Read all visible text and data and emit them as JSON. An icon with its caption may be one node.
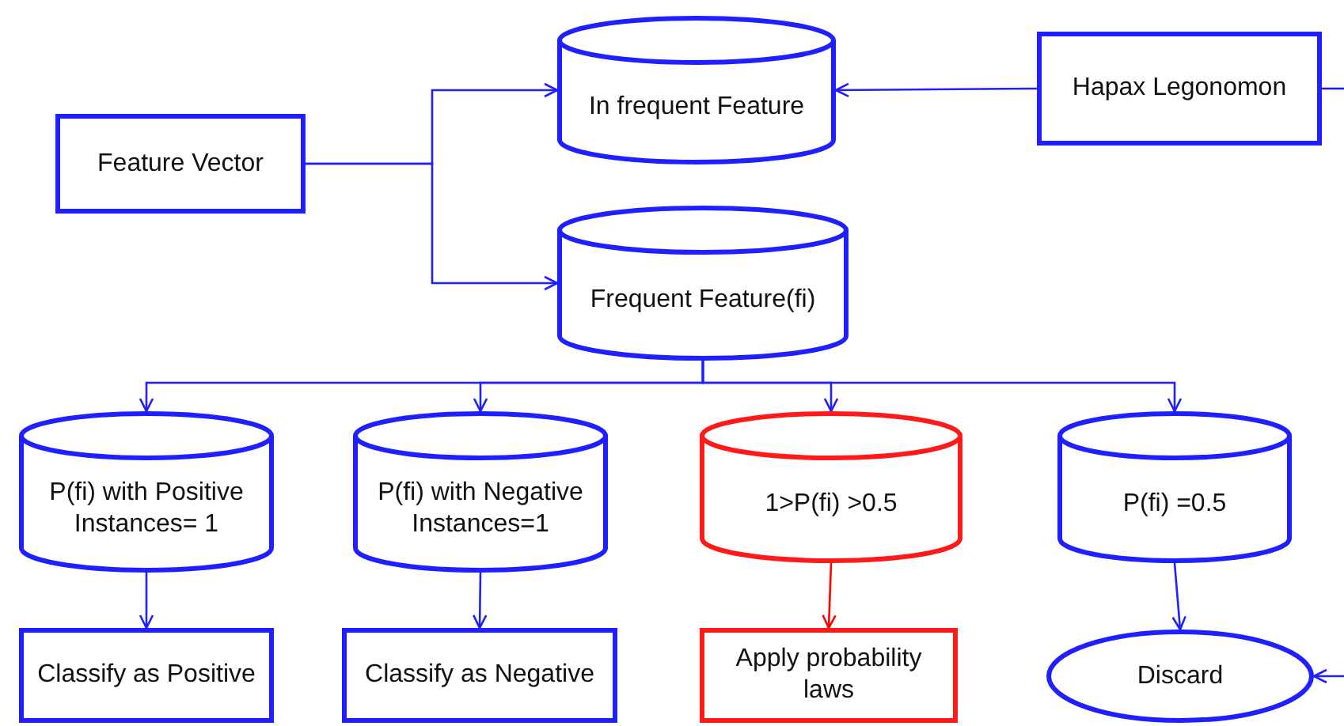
{
  "diagram": {
    "nodes": [
      {
        "text": [
          "Feature Vector"
        ]
      },
      {
        "text": [
          "In frequent Feature"
        ]
      },
      {
        "text": [
          "Hapax Legonomon"
        ]
      },
      {
        "text": [
          "Frequent Feature(fi)"
        ]
      },
      {
        "text": [
          "P(fi) with Positive Instances= 1"
        ]
      },
      {
        "text": [
          "P(fi) with Negative Instances=1"
        ]
      },
      {
        "text": [
          "1>P(fi) >0.5"
        ]
      },
      {
        "text": [
          "P(fi) =0.5"
        ]
      },
      {
        "text": [
          "Classify as Positive"
        ]
      },
      {
        "text": [
          "Classify as Negative"
        ]
      },
      {
        "text": [
          "Apply probability laws"
        ]
      },
      {
        "text": [
          "Discard"
        ]
      }
    ],
    "edges": [
      {
        "from": 0,
        "to": 1,
        "arrow": "to"
      },
      {
        "from": 0,
        "to": 3,
        "arrow": "to"
      },
      {
        "from": 2,
        "to": 1,
        "arrow": "to"
      },
      {
        "from": 3,
        "to": 4,
        "arrow": "to"
      },
      {
        "from": 3,
        "to": 5,
        "arrow": "to"
      },
      {
        "from": 3,
        "to": 6,
        "arrow": "to"
      },
      {
        "from": 3,
        "to": 7,
        "arrow": "to"
      },
      {
        "from": 4,
        "to": 8,
        "arrow": "to"
      },
      {
        "from": 5,
        "to": 9,
        "arrow": "to"
      },
      {
        "from": 6,
        "to": 10,
        "arrow": "to",
        "color": "#ff0000"
      },
      {
        "from": 7,
        "to": 11,
        "arrow": "to"
      },
      {
        "from": 2,
        "to": null,
        "arrow": "none"
      },
      {
        "from": null,
        "to": 11,
        "arrow": "to"
      }
    ]
  }
}
